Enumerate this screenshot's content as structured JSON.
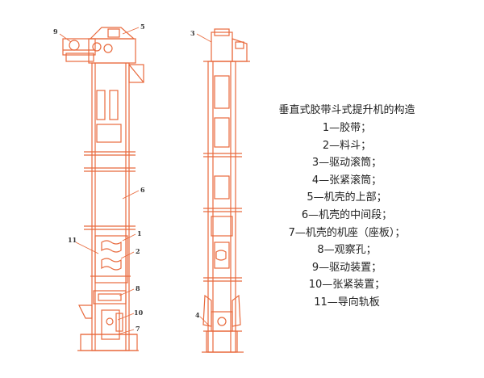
{
  "figure": {
    "title": "垂直式胶带斗式提升机的构造",
    "parts": [
      "1—胶带；",
      "2—料斗；",
      "3—驱动滚筒；",
      "4—张紧滚筒；",
      "5—机壳的上部；",
      "6—机壳的中间段；",
      "7—机壳的机座（座板）；",
      "8—观察孔；",
      "9—驱动装置；",
      "10—张紧装置；",
      "11—导向轨板"
    ],
    "callouts": [
      "9",
      "5",
      "6",
      "1",
      "11",
      "2",
      "8",
      "10",
      "7",
      "3",
      "4"
    ]
  },
  "colors": {
    "line": "#e8693c",
    "text": "#222222",
    "callout": "#333333"
  }
}
